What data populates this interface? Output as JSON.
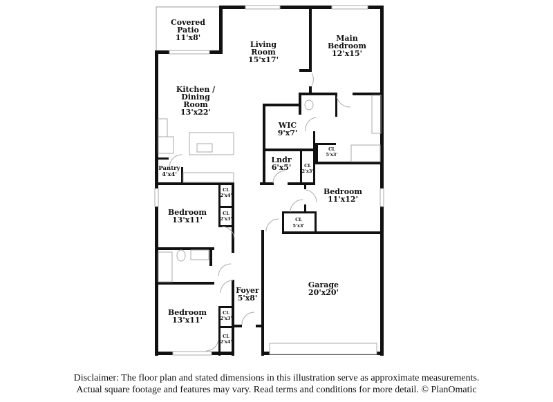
{
  "rooms": {
    "patio": {
      "lines": [
        "Covered",
        "Patio"
      ],
      "dims": "11'x8'"
    },
    "living": {
      "lines": [
        "Living",
        "Room"
      ],
      "dims": "15'x17'"
    },
    "main_bedroom": {
      "lines": [
        "Main",
        "Bedroom"
      ],
      "dims": "12'x15'"
    },
    "kitchen": {
      "lines": [
        "Kitchen /",
        "Dining",
        "Room"
      ],
      "dims": "13'x22'"
    },
    "wic": {
      "lines": [
        "WIC"
      ],
      "dims": "9'x7'"
    },
    "laundry": {
      "lines": [
        "Lndr"
      ],
      "dims": "6'x5'"
    },
    "pantry": {
      "lines": [
        "Pantry"
      ],
      "dims": "4'x4'"
    },
    "bedroom_right": {
      "lines": [
        "Bedroom"
      ],
      "dims": "11'x12'"
    },
    "bedroom_left_1": {
      "lines": [
        "Bedroom"
      ],
      "dims": "13'x11'"
    },
    "bedroom_left_2": {
      "lines": [
        "Bedroom"
      ],
      "dims": "13'x11'"
    },
    "foyer": {
      "lines": [
        "Foyer"
      ],
      "dims": "5'x8'"
    },
    "garage": {
      "lines": [
        "Garage"
      ],
      "dims": "20'x20'"
    }
  },
  "closets": {
    "cl_bath": {
      "label": "CL",
      "dims": "5'x3'"
    },
    "cl_lndr": {
      "label": "CL",
      "dims": "2'x3'"
    },
    "cl_hall": {
      "label": "CL",
      "dims": "5'x3'"
    },
    "cl_bed1a": {
      "label": "CL",
      "dims": "2'x4'"
    },
    "cl_bed1b": {
      "label": "CL",
      "dims": "2'x3'"
    },
    "cl_foyer": {
      "label": "CL",
      "dims": "2'x3'"
    },
    "cl_bed2": {
      "label": "CL",
      "dims": "2'x4'"
    }
  },
  "disclaimer": {
    "line1": "Disclaimer: The floor plan and stated dimensions in this illustration serve as approximate measurements.",
    "line2": "Actual square footage and features may vary. Read terms and conditions for more detail. © PlanOmatic"
  }
}
